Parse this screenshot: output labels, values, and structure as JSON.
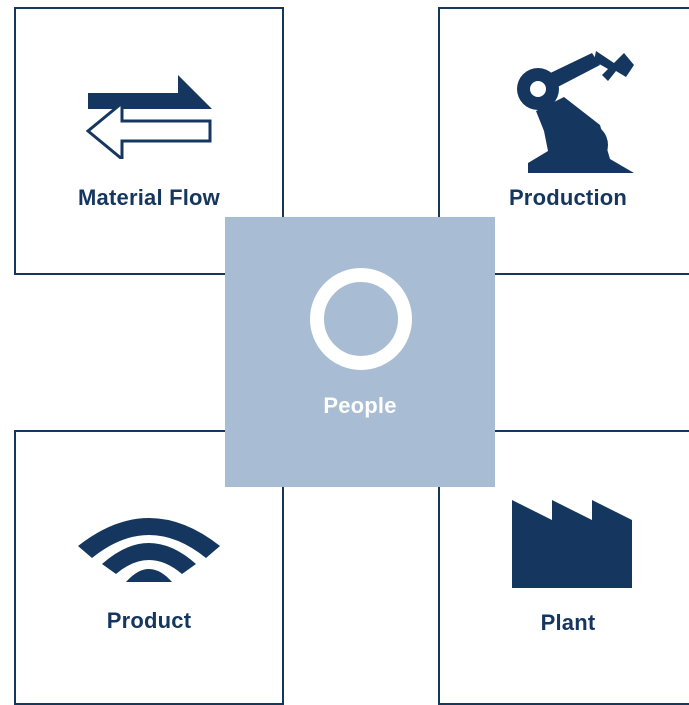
{
  "tiles": {
    "material_flow": {
      "label": "Material Flow",
      "icon": "two-way-arrows-icon"
    },
    "production": {
      "label": "Production",
      "icon": "robot-arm-icon"
    },
    "product": {
      "label": "Product",
      "icon": "wireless-signal-icon"
    },
    "plant": {
      "label": "Plant",
      "icon": "factory-icon"
    }
  },
  "center": {
    "label": "People",
    "icon": "ring-icon"
  },
  "colors": {
    "navy": "#14365f",
    "center_background": "#a8bdd4",
    "center_text": "#ffffff"
  }
}
